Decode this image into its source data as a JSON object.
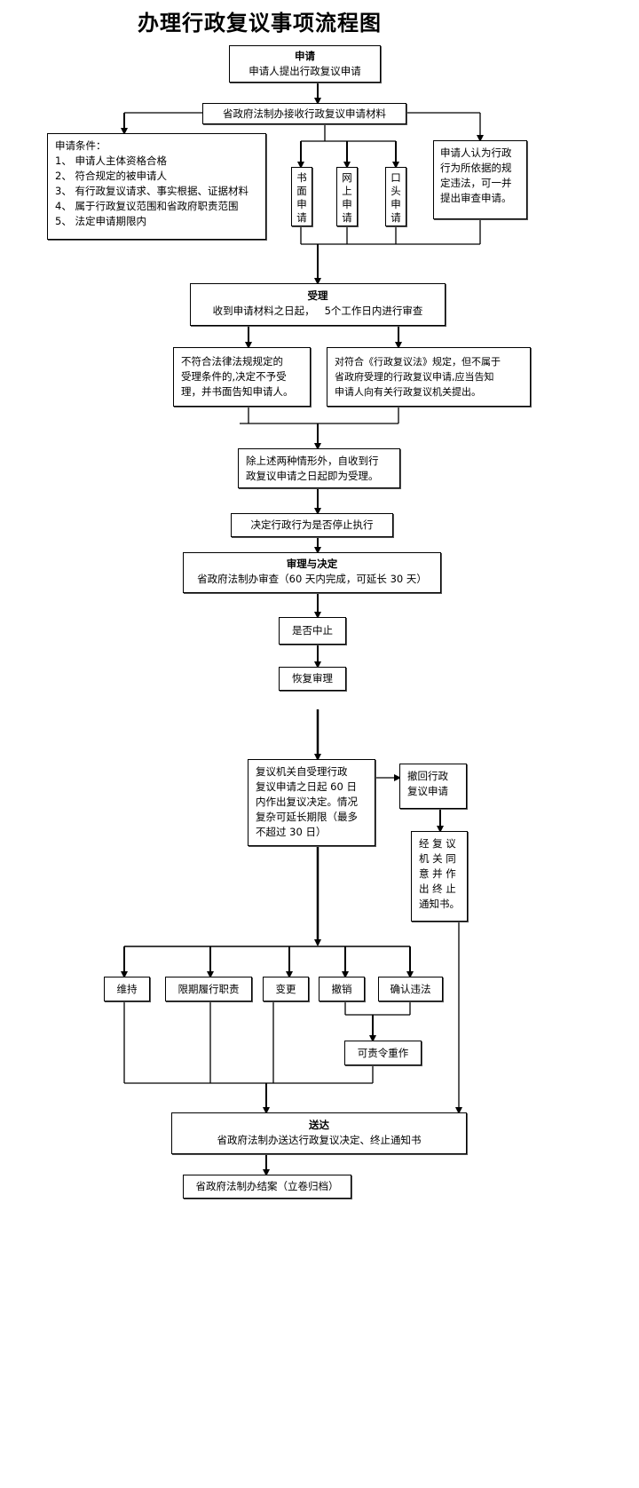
{
  "title": "办理行政复议事项流程图",
  "apply": {
    "heading": "申请",
    "text": "申请人提出行政复议申请"
  },
  "receive": {
    "text": "省政府法制办接收行政复议申请材料"
  },
  "conditions": {
    "heading": "申请条件：",
    "items": [
      "1、 申请人主体资格合格",
      "2、 符合规定的被申请人",
      "3、 有行政复议请求、事实根据、证据材料",
      "4、 属于行政复议范围和省政府职责范围",
      "5、 法定申请期限内"
    ]
  },
  "channels": [
    "书面申请",
    "网上申请",
    "口头申请"
  ],
  "review_request": {
    "lines": [
      "申请人认为行政",
      "行为所依据的规",
      "定违法，可一并",
      "提出审查申请。"
    ]
  },
  "accept": {
    "heading": "受理",
    "text": "收到申请材料之日起，   5个工作日内进行审查"
  },
  "reject": {
    "lines": [
      "不符合法律法规规定的",
      "受理条件的,决定不予受",
      "理，并书面告知申请人。"
    ]
  },
  "refer": {
    "lines": [
      "对符合《行政复议法》规定，但不属于",
      "省政府受理的行政复议申请,应当告知",
      "申请人向有关行政复议机关提出。"
    ]
  },
  "otherwise": {
    "lines": [
      "除上述两种情形外，自收到行",
      "政复议申请之日起即为受理。"
    ]
  },
  "suspend_exec": {
    "text": "决定行政行为是否停止执行"
  },
  "review": {
    "heading": "审理与决定",
    "text": "省政府法制办审查（60 天内完成，可延长 30 天）"
  },
  "pause": {
    "text": "是否中止"
  },
  "resume": {
    "text": "恢复审理"
  },
  "decision_term": {
    "lines": [
      "复议机关自受理行政",
      "复议申请之日起 60 日",
      "内作出复议决定。情况",
      "复杂可延长期限（最多",
      "不超过 30 日）"
    ]
  },
  "withdraw": {
    "lines": [
      "撤回行政",
      "复议申请"
    ]
  },
  "terminate": {
    "lines": [
      "经 复 议",
      "机 关 同",
      "意 并 作",
      "出 终 止",
      "通知书。"
    ]
  },
  "outcomes": [
    "维持",
    "限期履行职责",
    "变更",
    "撤销",
    "确认违法"
  ],
  "redo": {
    "text": "可责令重作"
  },
  "deliver": {
    "heading": "送达",
    "text": "省政府法制办送达行政复议决定、终止通知书"
  },
  "archive": {
    "text": "省政府法制办结案（立卷归档）"
  }
}
